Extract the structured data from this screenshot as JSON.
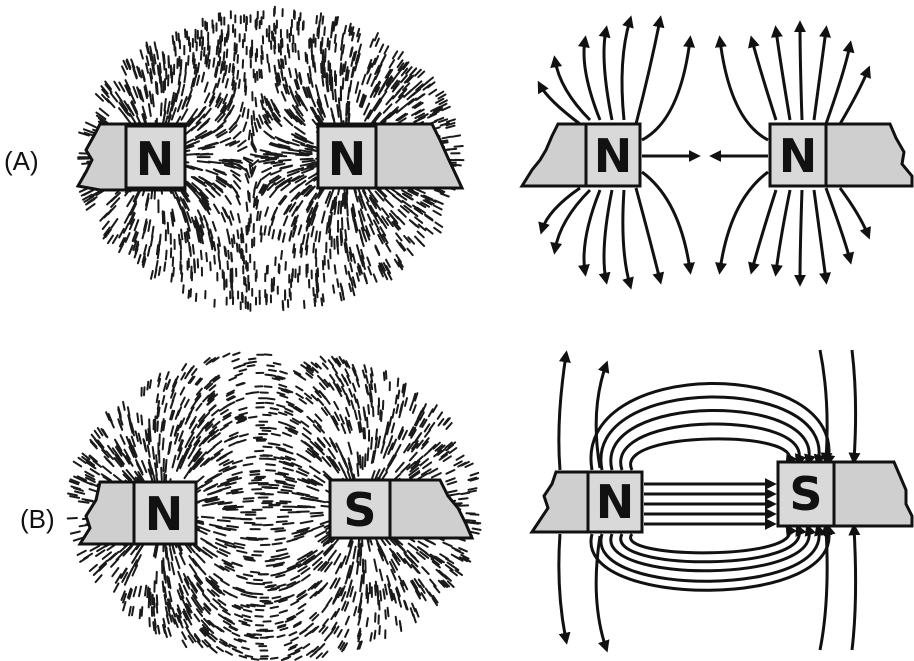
{
  "rows": [
    {
      "label": "(A)",
      "left_pole": "N",
      "right_pole": "N",
      "mode": "repel"
    },
    {
      "label": "(B)",
      "left_pole": "N",
      "right_pole": "S",
      "mode": "attract"
    }
  ],
  "colors": {
    "ink": "#111111",
    "magnet_fill": "#cfcfcf",
    "background": "#ffffff"
  }
}
